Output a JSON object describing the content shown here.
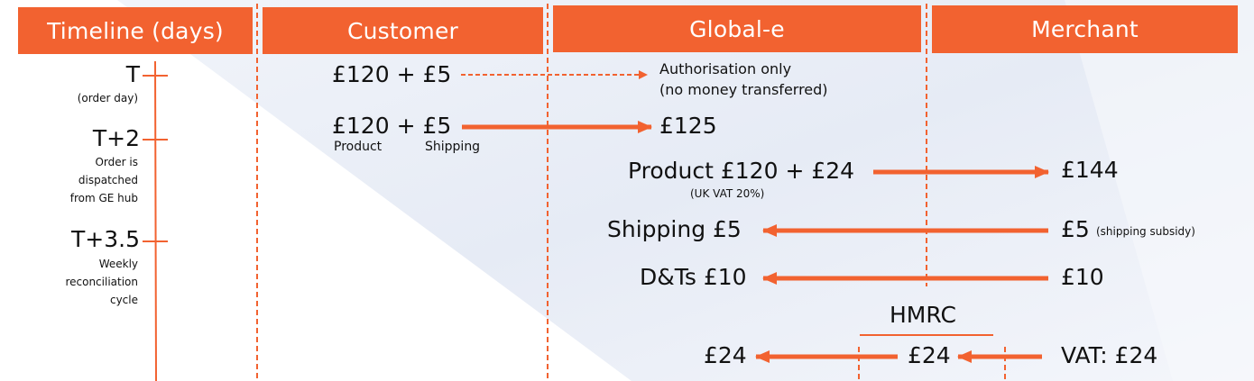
{
  "colors": {
    "accent": "#F26230",
    "text": "#111111",
    "background": "#FFFFFF",
    "background_tint": "#E8ECF6"
  },
  "headers": {
    "timeline": "Timeline (days)",
    "customer": "Customer",
    "global_e": "Global-e",
    "merchant": "Merchant"
  },
  "timeline": [
    {
      "label": "T",
      "description": "(order day)"
    },
    {
      "label": "T+2",
      "description_lines": [
        "Order is",
        "dispatched",
        "from GE hub"
      ]
    },
    {
      "label": "T+3.5",
      "description_lines": [
        "Weekly",
        "reconciliation",
        "cycle"
      ]
    }
  ],
  "customer": {
    "authorisation_amount": "£120 + £5",
    "payment_amount": "£120 + £5",
    "payment_product_label": "Product",
    "payment_shipping_label": "Shipping"
  },
  "global_e": {
    "authorisation_line1": "Authorisation only",
    "authorisation_line2": "(no money transferred)",
    "received_amount": "£125",
    "product_line": "Product £120 + £24",
    "product_note": "(UK VAT 20%)",
    "shipping_line": "Shipping £5",
    "dts_line": "D&Ts £10",
    "vat_out": "£24"
  },
  "merchant": {
    "product_received": "£144",
    "shipping_amount": "£5",
    "shipping_note": "(shipping subsidy)",
    "dts_amount": "£10",
    "vat_line": "VAT: £24"
  },
  "hmrc": {
    "label": "HMRC",
    "amount": "£24"
  },
  "flows": [
    {
      "from": "Customer",
      "to": "Global-e",
      "label": "£120 + £5",
      "type": "authorisation (dashed)"
    },
    {
      "from": "Customer",
      "to": "Global-e",
      "label": "£125",
      "type": "payment"
    },
    {
      "from": "Global-e",
      "to": "Merchant",
      "label": "£144",
      "type": "product + VAT"
    },
    {
      "from": "Merchant",
      "to": "Global-e",
      "label": "£5",
      "type": "shipping subsidy"
    },
    {
      "from": "Merchant",
      "to": "Global-e",
      "label": "£10",
      "type": "D&Ts"
    },
    {
      "from": "Merchant",
      "to": "HMRC",
      "label": "£24",
      "type": "VAT"
    },
    {
      "from": "HMRC",
      "to": "Global-e",
      "label": "£24",
      "type": "VAT"
    }
  ]
}
